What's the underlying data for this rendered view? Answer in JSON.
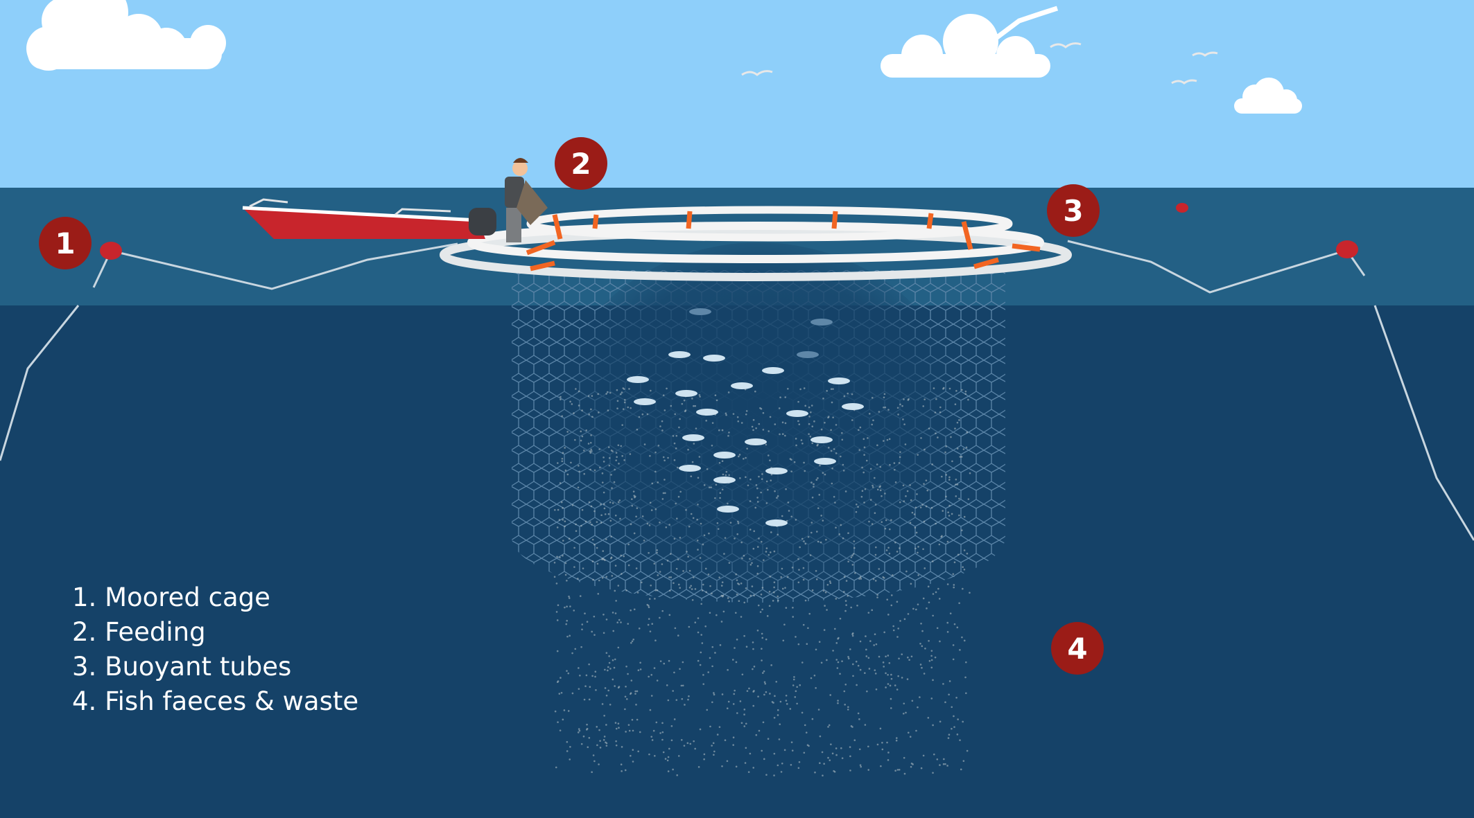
{
  "badges": [
    "1",
    "2",
    "3",
    "4"
  ],
  "legend": [
    "1. Moored cage",
    "2. Feeding",
    "3. Buoyant tubes",
    "4. Fish faeces & waste"
  ],
  "colors": {
    "sky": "#8ecffa",
    "surface_water": "#236085",
    "deep_water": "#154268",
    "badge": "#9b1c17",
    "cage_tube": "#f4f4f4",
    "bracket": "#f26522",
    "boat": "#c8252c"
  }
}
